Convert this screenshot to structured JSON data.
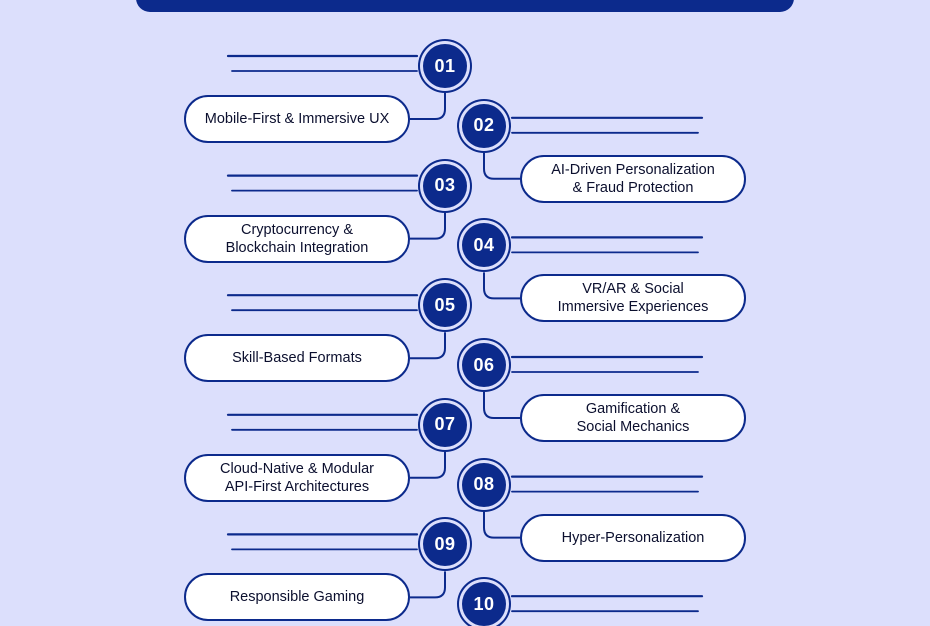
{
  "colors": {
    "background": "#dcdffc",
    "accent": "#0c2a8c",
    "box": "#ffffff",
    "text": "#0b0f2e"
  },
  "steps": [
    {
      "number": "01",
      "label": "Mobile-First & Immersive UX"
    },
    {
      "number": "02",
      "label": "AI-Driven Personalization\n& Fraud Protection"
    },
    {
      "number": "03",
      "label": "Cryptocurrency &\nBlockchain Integration"
    },
    {
      "number": "04",
      "label": "VR/AR & Social\nImmersive Experiences"
    },
    {
      "number": "05",
      "label": "Skill-Based Formats"
    },
    {
      "number": "06",
      "label": "Gamification &\nSocial Mechanics"
    },
    {
      "number": "07",
      "label": "Cloud-Native & Modular\nAPI-First Architectures"
    },
    {
      "number": "08",
      "label": "Hyper-Personalization"
    },
    {
      "number": "09",
      "label": "Responsible Gaming"
    },
    {
      "number": "10",
      "label": ""
    }
  ]
}
